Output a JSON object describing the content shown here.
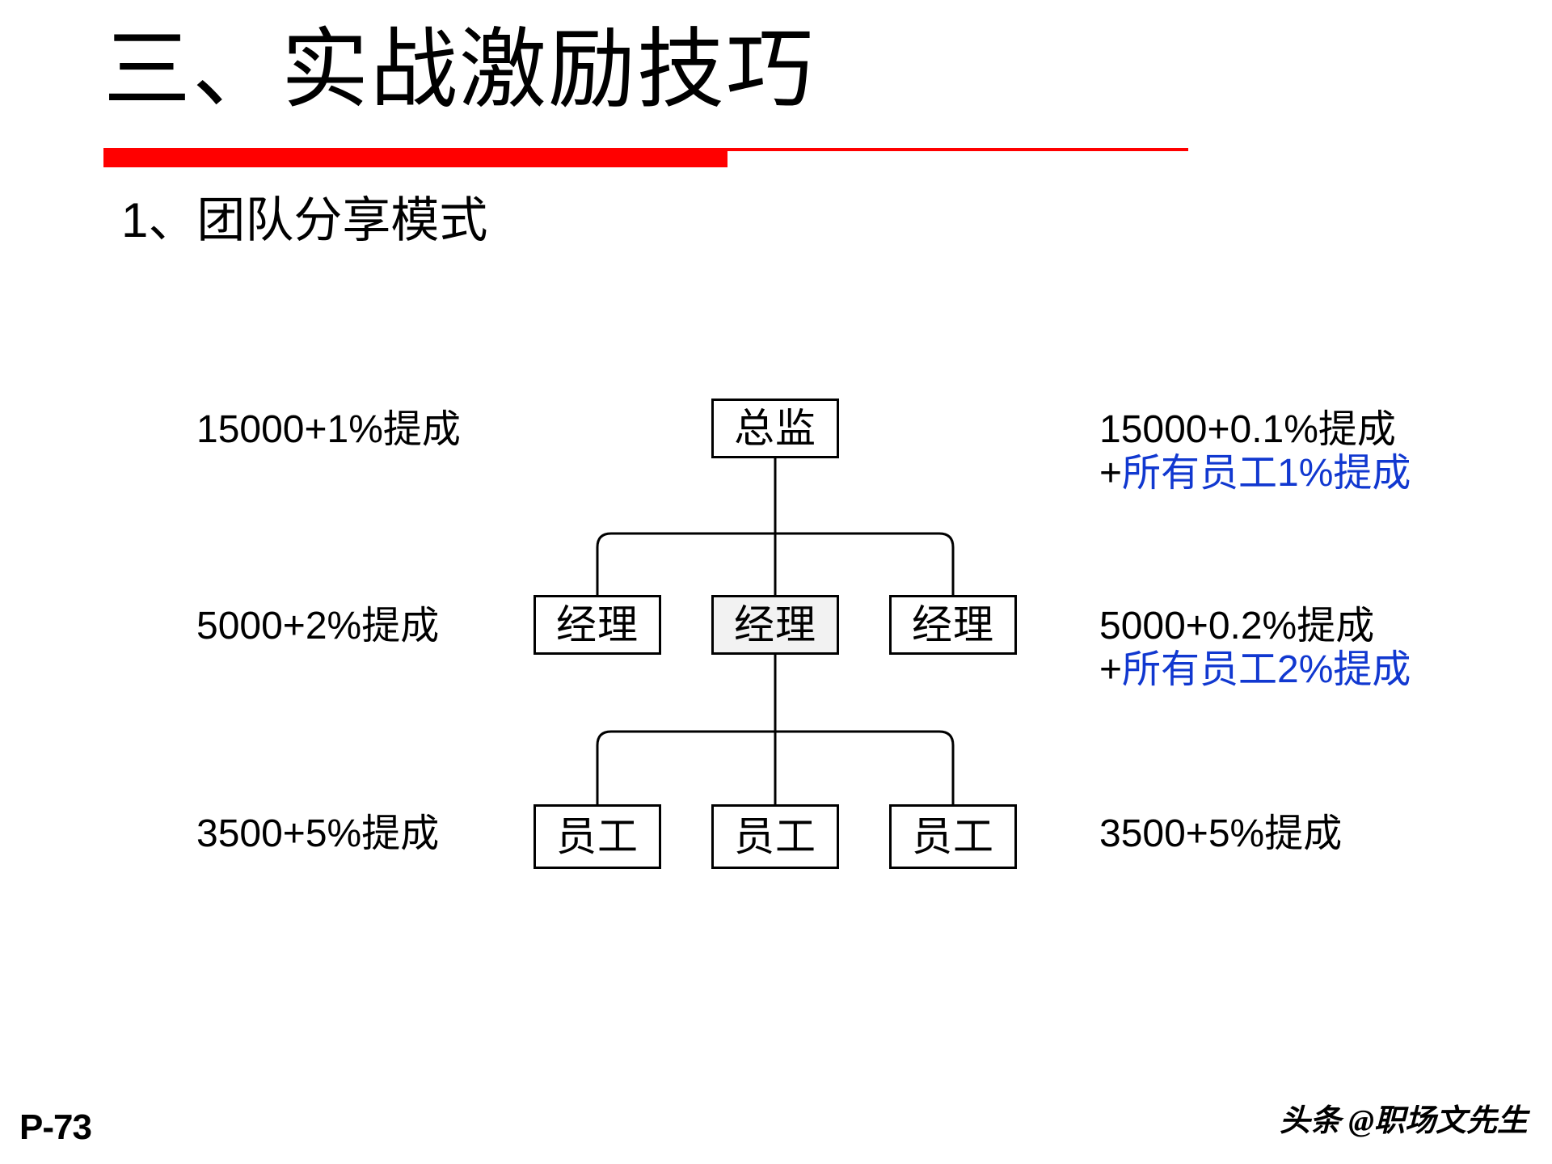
{
  "slide": {
    "title": "三、实战激励技巧",
    "subtitle": "1、团队分享模式",
    "page_number": "P-73",
    "watermark": "头条 @职场文先生",
    "accent_color": "#FF0000",
    "link_color": "#1138D0",
    "highlight_fill": "#F2F2F2"
  },
  "org_chart": {
    "rows": [
      {
        "level": "director",
        "nodes": [
          {
            "label": "总监",
            "highlight": false
          }
        ]
      },
      {
        "level": "manager",
        "nodes": [
          {
            "label": "经理",
            "highlight": false
          },
          {
            "label": "经理",
            "highlight": true
          },
          {
            "label": "经理",
            "highlight": false
          }
        ]
      },
      {
        "level": "staff",
        "nodes": [
          {
            "label": "员工",
            "highlight": false
          },
          {
            "label": "员工",
            "highlight": false
          },
          {
            "label": "员工",
            "highlight": false
          }
        ]
      }
    ],
    "node_labels": {
      "director": "总监",
      "manager_1": "经理",
      "manager_2": "经理",
      "manager_3": "经理",
      "staff_1": "员工",
      "staff_2": "员工",
      "staff_3": "员工"
    }
  },
  "labels": {
    "left": [
      {
        "line1": "15000+1%提成",
        "line2": ""
      },
      {
        "line1": "5000+2%提成",
        "line2": ""
      },
      {
        "line1": "3500+5%提成",
        "line2": ""
      }
    ],
    "right": [
      {
        "line1": "15000+0.1%提成",
        "plus": "+",
        "accent": "所有员工1%提成"
      },
      {
        "line1": "5000+0.2%提成",
        "plus": "+",
        "accent": "所有员工2%提成"
      },
      {
        "line1": "3500+5%提成",
        "plus": "",
        "accent": ""
      }
    ]
  }
}
